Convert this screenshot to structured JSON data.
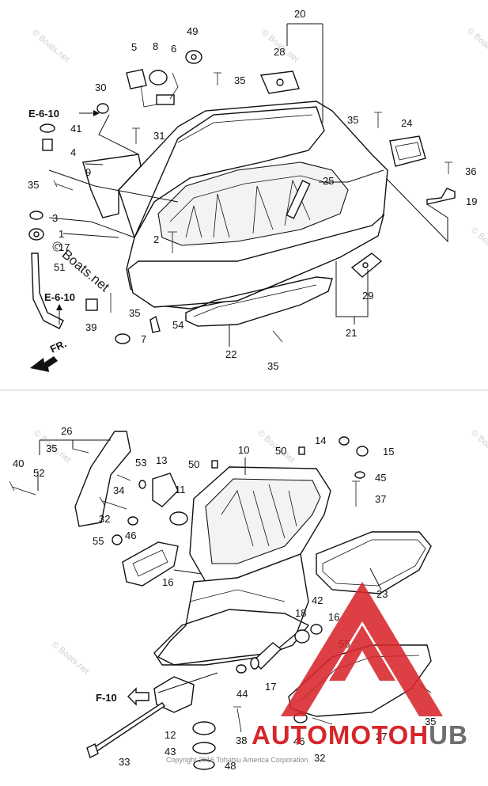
{
  "refs": {
    "e610_top": "E-6-10",
    "e610_mid": "E-6-10",
    "f10": "F-10",
    "fr": "FR."
  },
  "labels": {
    "n20": "20",
    "n49": "49",
    "n5": "5",
    "n8": "8",
    "n6": "6",
    "n28": "28",
    "n35a": "35",
    "n30": "30",
    "n41": "41",
    "n4": "4",
    "n31": "31",
    "n9": "9",
    "n35b": "35",
    "n24": "24",
    "n35c": "35",
    "n36": "36",
    "n25": "25",
    "n3": "3",
    "n19": "19",
    "n1": "1",
    "n17": "17",
    "n2": "2",
    "n51": "51",
    "n39": "39",
    "n35d": "35",
    "n54": "54",
    "n29": "29",
    "n7": "7",
    "n22": "22",
    "n21": "21",
    "n35e": "35",
    "n26": "26",
    "n35f": "35",
    "n40": "40",
    "n52": "52",
    "n53": "53",
    "n13": "13",
    "n50a": "50",
    "n10": "10",
    "n50b": "50",
    "n14": "14",
    "n15": "15",
    "n34": "34",
    "n11": "11",
    "n45": "45",
    "n32a": "32",
    "n37": "37",
    "n55a": "55",
    "n46a": "46",
    "n16a": "16",
    "n23": "23",
    "n42": "42",
    "n18": "18",
    "n16b": "16",
    "n55b": "55",
    "n17b": "17",
    "n44": "44",
    "n12": "12",
    "n38": "38",
    "n35g": "35",
    "n27": "27",
    "n46b": "46",
    "n43": "43",
    "n32b": "32",
    "n33": "33",
    "n48": "48"
  },
  "watermarks": {
    "w1": "© Boats.net",
    "w2": "© Boats.net",
    "w3": "© Boats.net",
    "w4": "© Boats.net",
    "w5": "© Boats.net",
    "w6": "© Boats.net",
    "w7": "© Boats.net",
    "w8": "© Boats.net",
    "big": "© Boats.net"
  },
  "logo": {
    "text": "AUTOMOTOHUB"
  },
  "copyright": "Copyright 2016 Tohatsu America Corporation",
  "colors": {
    "logo_red": "#d7262b",
    "logo_gray": "#6e6e6e",
    "line": "#111111"
  }
}
